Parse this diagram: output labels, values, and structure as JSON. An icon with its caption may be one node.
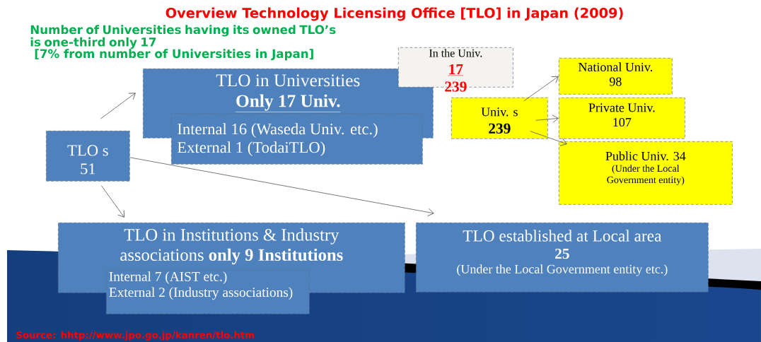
{
  "diagram": {
    "title": "Overview Technology Licensing Office [TLO] in Japan (2009)",
    "nodes": [
      {
        "text": [
          "TLO s 51"
        ]
      },
      {
        "text": [
          "TLO in Universities",
          "Only 17 Univ."
        ]
      },
      {
        "text": [
          "Internal 16 (Waseda Univ. etc.)",
          "External 1 (TodaiTLO)"
        ]
      },
      {
        "text": [
          "In the Univ.",
          "17",
          "239"
        ]
      },
      {
        "text": [
          "Univ. s",
          "239"
        ]
      },
      {
        "text": [
          "National Univ. 98"
        ]
      },
      {
        "text": [
          "Private Univ. 107"
        ]
      },
      {
        "text": [
          "Public Univ. 34",
          "(Under the Local Government entity)"
        ]
      },
      {
        "text": [
          "TLO in Institutions & Industry associations **only 9 Institutions**"
        ]
      },
      {
        "text": [
          "Internal 7 (AIST etc.)",
          "External 2 (Industry associations)"
        ]
      },
      {
        "text": [
          "TLO established at Local area",
          "25",
          "(Under the Local Government entity etc.)"
        ]
      }
    ],
    "edges": [
      {
        "from": 0,
        "to": 1,
        "arrow": "to"
      },
      {
        "from": 0,
        "to": 8,
        "arrow": "to"
      },
      {
        "from": 0,
        "to": 10,
        "arrow": "to"
      },
      {
        "from": 4,
        "to": 5,
        "arrow": "to"
      },
      {
        "from": 4,
        "to": 6,
        "arrow": "to"
      },
      {
        "from": 4,
        "to": 7,
        "arrow": "to"
      }
    ],
    "labels": [
      "Number of Universities having its owned TLO’s is one-third only 17",
      "[7% from number of Universities in Japan]",
      "Source: hhtp://www.jpo.go.jp/kanren/tlo.htm"
    ]
  }
}
